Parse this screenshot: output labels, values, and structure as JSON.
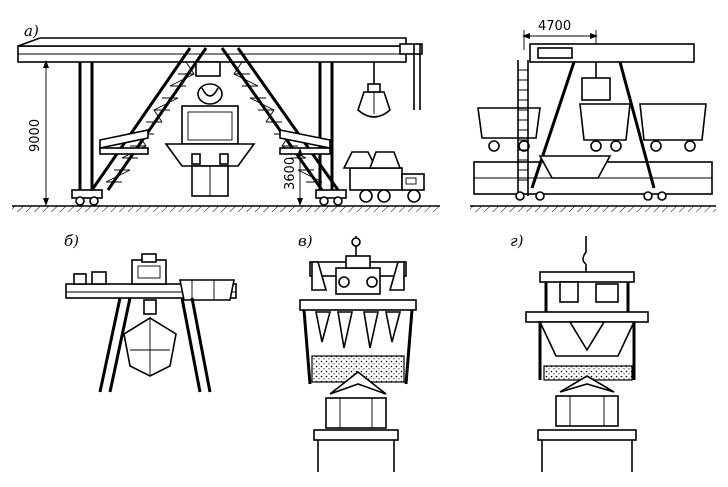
{
  "labels": {
    "a": "а)",
    "b": "б)",
    "v": "в)",
    "g": "г)"
  },
  "dimensions": {
    "height_total": "9000",
    "height_bunker": "3600",
    "span": "4700"
  }
}
